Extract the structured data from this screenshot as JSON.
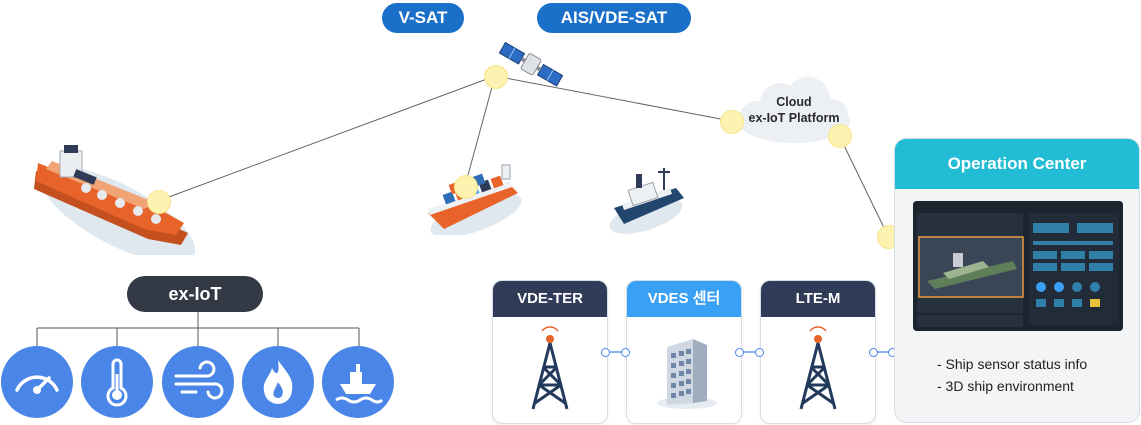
{
  "satellites": {
    "vsat": "V-SAT",
    "ais": "AIS/VDE-SAT"
  },
  "cloud": {
    "line1": "Cloud",
    "line2": "ex-IoT Platform"
  },
  "iot": {
    "label": "ex-IoT",
    "icons": [
      "gauge-icon",
      "thermometer-icon",
      "wind-icon",
      "flame-icon",
      "ship-wave-icon"
    ]
  },
  "stations": [
    {
      "label": "VDE-TER",
      "color": "#2f3b57",
      "icon": "antenna-tower-icon"
    },
    {
      "label": "VDES 센터",
      "color": "#3aa0f5",
      "icon": "building-icon"
    },
    {
      "label": "LTE-M",
      "color": "#2f3b57",
      "icon": "antenna-tower-icon"
    }
  ],
  "operation_center": {
    "title": "Operation Center",
    "features": [
      "- Ship sensor status info",
      "- 3D ship environment"
    ]
  },
  "colors": {
    "satellite": "#1a6fc9",
    "node": "#fdf2b0",
    "iot_icon": "#4a86e8",
    "oc_header": "#22bdd4",
    "ship_hull": "#e8632a"
  }
}
